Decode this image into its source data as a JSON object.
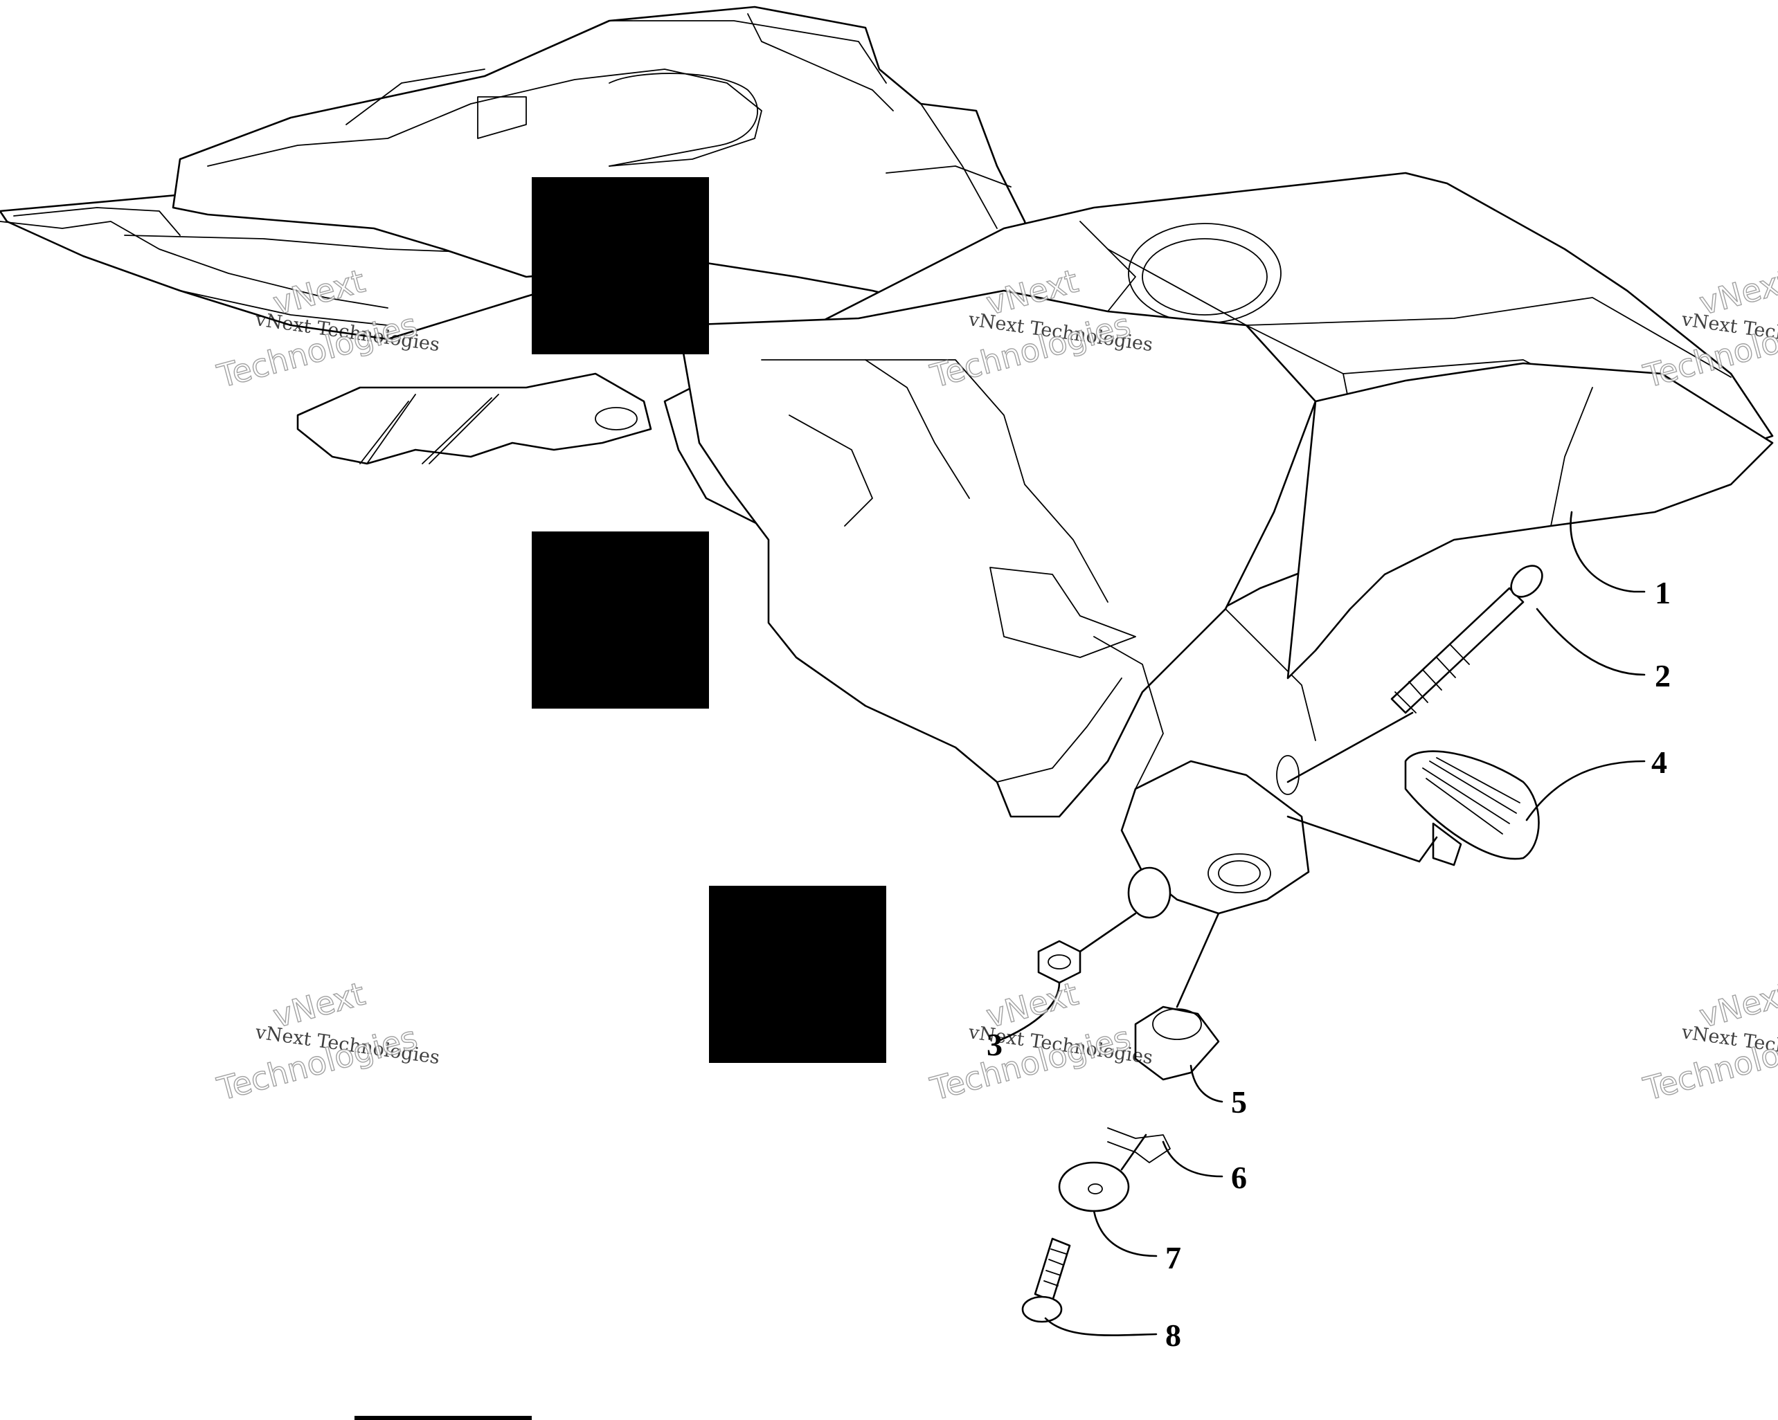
{
  "callouts": [
    {
      "id": "1",
      "label": "1"
    },
    {
      "id": "2",
      "label": "2"
    },
    {
      "id": "4",
      "label": "4"
    },
    {
      "id": "3",
      "label": "3"
    },
    {
      "id": "5",
      "label": "5"
    },
    {
      "id": "6",
      "label": "6"
    },
    {
      "id": "7",
      "label": "7"
    },
    {
      "id": "8",
      "label": "8"
    }
  ],
  "watermark": {
    "small": "vNext Technologies",
    "big_line1": "vNext",
    "big_line2": "Technologies"
  },
  "colors": {
    "line": "#000000",
    "background": "#ffffff",
    "redaction": "#000000",
    "watermark_outline": "#8a8a8a"
  }
}
